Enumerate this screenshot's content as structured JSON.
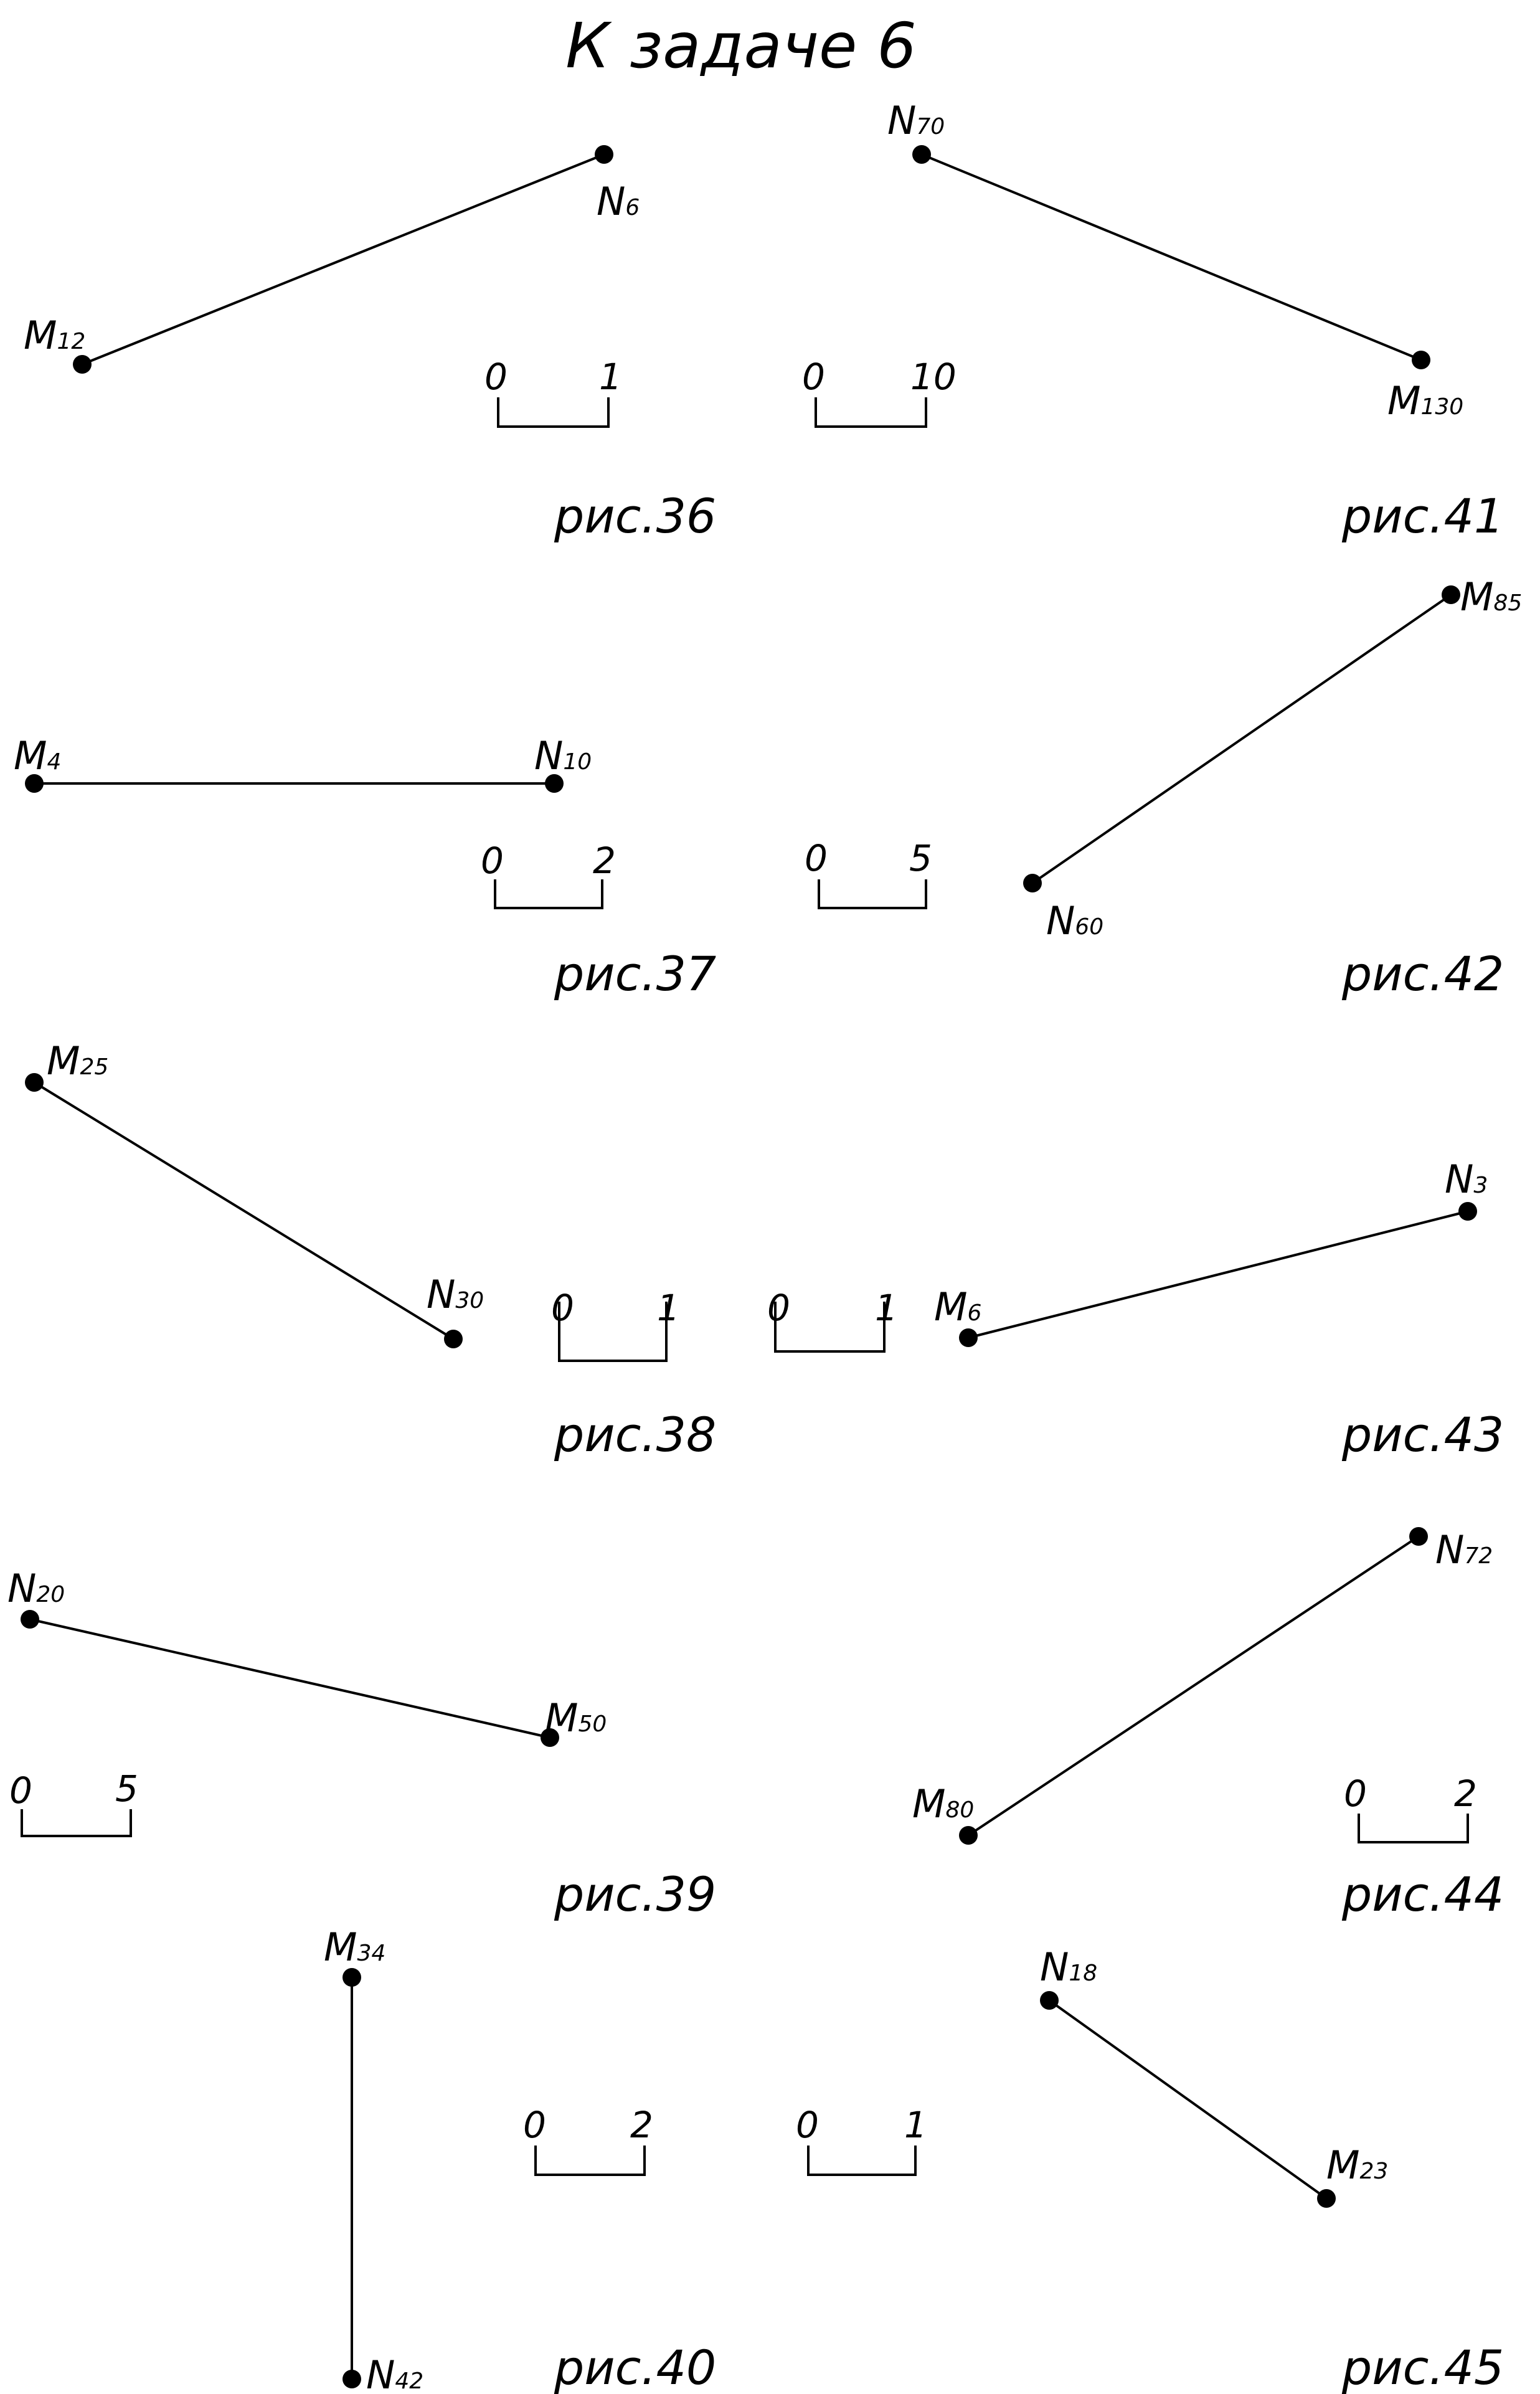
{
  "title": "К задаче 6",
  "figures": [
    {
      "caption": "рис.36",
      "p1": {
        "letter": "M",
        "sub": "12"
      },
      "p2": {
        "letter": "N",
        "sub": "6"
      }
    },
    {
      "caption": "рис.37",
      "p1": {
        "letter": "M",
        "sub": "4"
      },
      "p2": {
        "letter": "N",
        "sub": "10"
      }
    },
    {
      "caption": "рис.38",
      "p1": {
        "letter": "M",
        "sub": "25"
      },
      "p2": {
        "letter": "N",
        "sub": "30"
      }
    },
    {
      "caption": "рис.39",
      "p1": {
        "letter": "N",
        "sub": "20"
      },
      "p2": {
        "letter": "M",
        "sub": "50"
      }
    },
    {
      "caption": "рис.40",
      "p1": {
        "letter": "M",
        "sub": "34"
      },
      "p2": {
        "letter": "N",
        "sub": "42"
      }
    },
    {
      "caption": "рис.41",
      "p1": {
        "letter": "N",
        "sub": "70"
      },
      "p2": {
        "letter": "M",
        "sub": "130"
      }
    },
    {
      "caption": "рис.42",
      "p1": {
        "letter": "M",
        "sub": "85"
      },
      "p2": {
        "letter": "N",
        "sub": "60"
      }
    },
    {
      "caption": "рис.43",
      "p1": {
        "letter": "N",
        "sub": "3"
      },
      "p2": {
        "letter": "M",
        "sub": "6"
      }
    },
    {
      "caption": "рис.44",
      "p1": {
        "letter": "N",
        "sub": "72"
      },
      "p2": {
        "letter": "M",
        "sub": "80"
      }
    },
    {
      "caption": "рис.45",
      "p1": {
        "letter": "N",
        "sub": "18"
      },
      "p2": {
        "letter": "M",
        "sub": "23"
      }
    }
  ],
  "scales": [
    {
      "from": "0",
      "to": "1"
    },
    {
      "from": "0",
      "to": "10"
    },
    {
      "from": "0",
      "to": "2"
    },
    {
      "from": "0",
      "to": "5"
    },
    {
      "from": "0",
      "to": "1"
    },
    {
      "from": "0",
      "to": "1"
    },
    {
      "from": "0",
      "to": "5"
    },
    {
      "from": "0",
      "to": "2"
    },
    {
      "from": "0",
      "to": "2"
    },
    {
      "from": "0",
      "to": "1"
    }
  ]
}
